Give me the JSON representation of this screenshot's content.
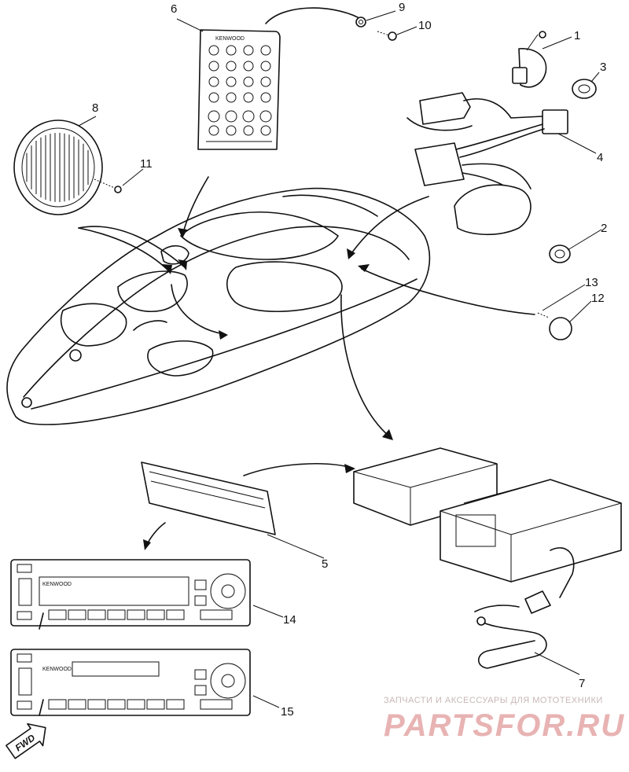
{
  "diagram": {
    "callouts": [
      "1",
      "2",
      "3",
      "4",
      "5",
      "6",
      "7",
      "8",
      "9",
      "10",
      "11",
      "12",
      "13",
      "14",
      "15"
    ],
    "remote_brand": "KENWOOD",
    "radio_brand": "KENWOOD",
    "fwd_label": "FWD"
  },
  "watermark": {
    "line1": "ЗАПЧАСТИ И АКСЕССУАРЫ ДЛЯ МОТОТЕХНИКИ",
    "logo": "PARTSFOR.RU"
  }
}
